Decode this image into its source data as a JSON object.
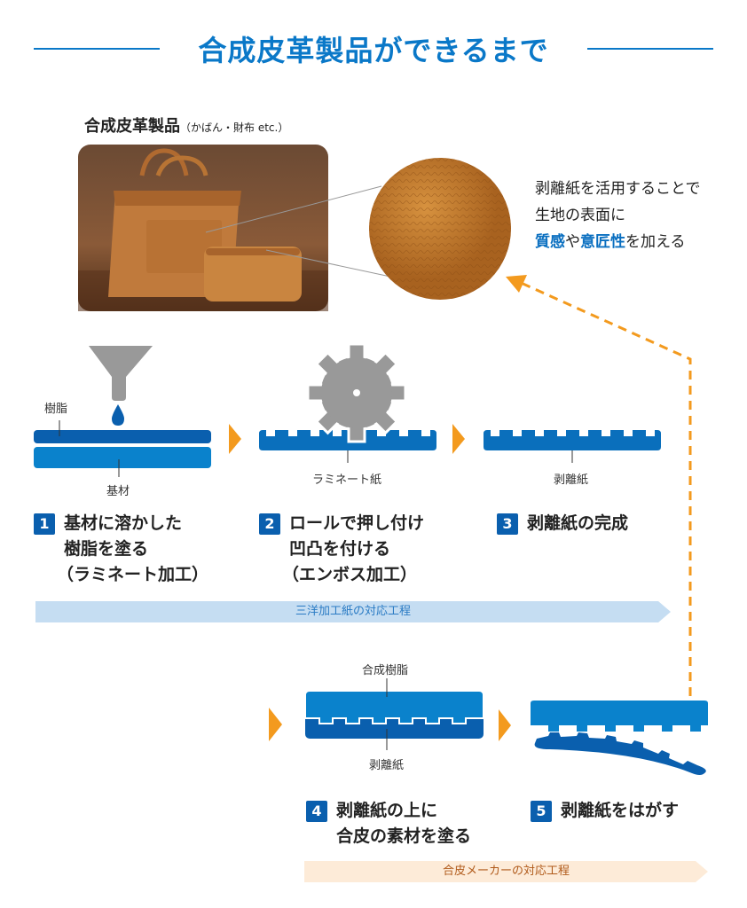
{
  "title": "合成皮革製品ができるまで",
  "product": {
    "label": "合成皮革製品",
    "sublabel": "（かばん・財布 etc.）"
  },
  "description": {
    "line1": "剥離紙を活用することで",
    "line2": "生地の表面に",
    "emph1": "質感",
    "mid": "や",
    "emph2": "意匠性",
    "end": "を加える"
  },
  "labels": {
    "resin": "樹脂",
    "base": "基材",
    "laminate": "ラミネート紙",
    "release1": "剥離紙",
    "synthetic_resin": "合成樹脂",
    "release2": "剥離紙"
  },
  "steps": [
    {
      "num": "1",
      "lines": [
        "基材に溶かした",
        "樹脂を塗る",
        "（ラミネート加工）"
      ]
    },
    {
      "num": "2",
      "lines": [
        "ロールで押し付け",
        "凹凸を付ける",
        "（エンボス加工）"
      ]
    },
    {
      "num": "3",
      "lines": [
        "剥離紙の完成"
      ]
    },
    {
      "num": "4",
      "lines": [
        "剥離紙の上に",
        "合皮の素材を塗る"
      ]
    },
    {
      "num": "5",
      "lines": [
        "剥離紙をはがす"
      ]
    }
  ],
  "bands": {
    "sanyo": "三洋加工紙の対応工程",
    "maker": "合皮メーカーの対応工程"
  },
  "colors": {
    "blue": "#0a78c8",
    "dark_blue": "#0a5fae",
    "orange": "#f39a1e",
    "band_blue": "#c5ddf2",
    "band_orange": "#fdebd8"
  }
}
